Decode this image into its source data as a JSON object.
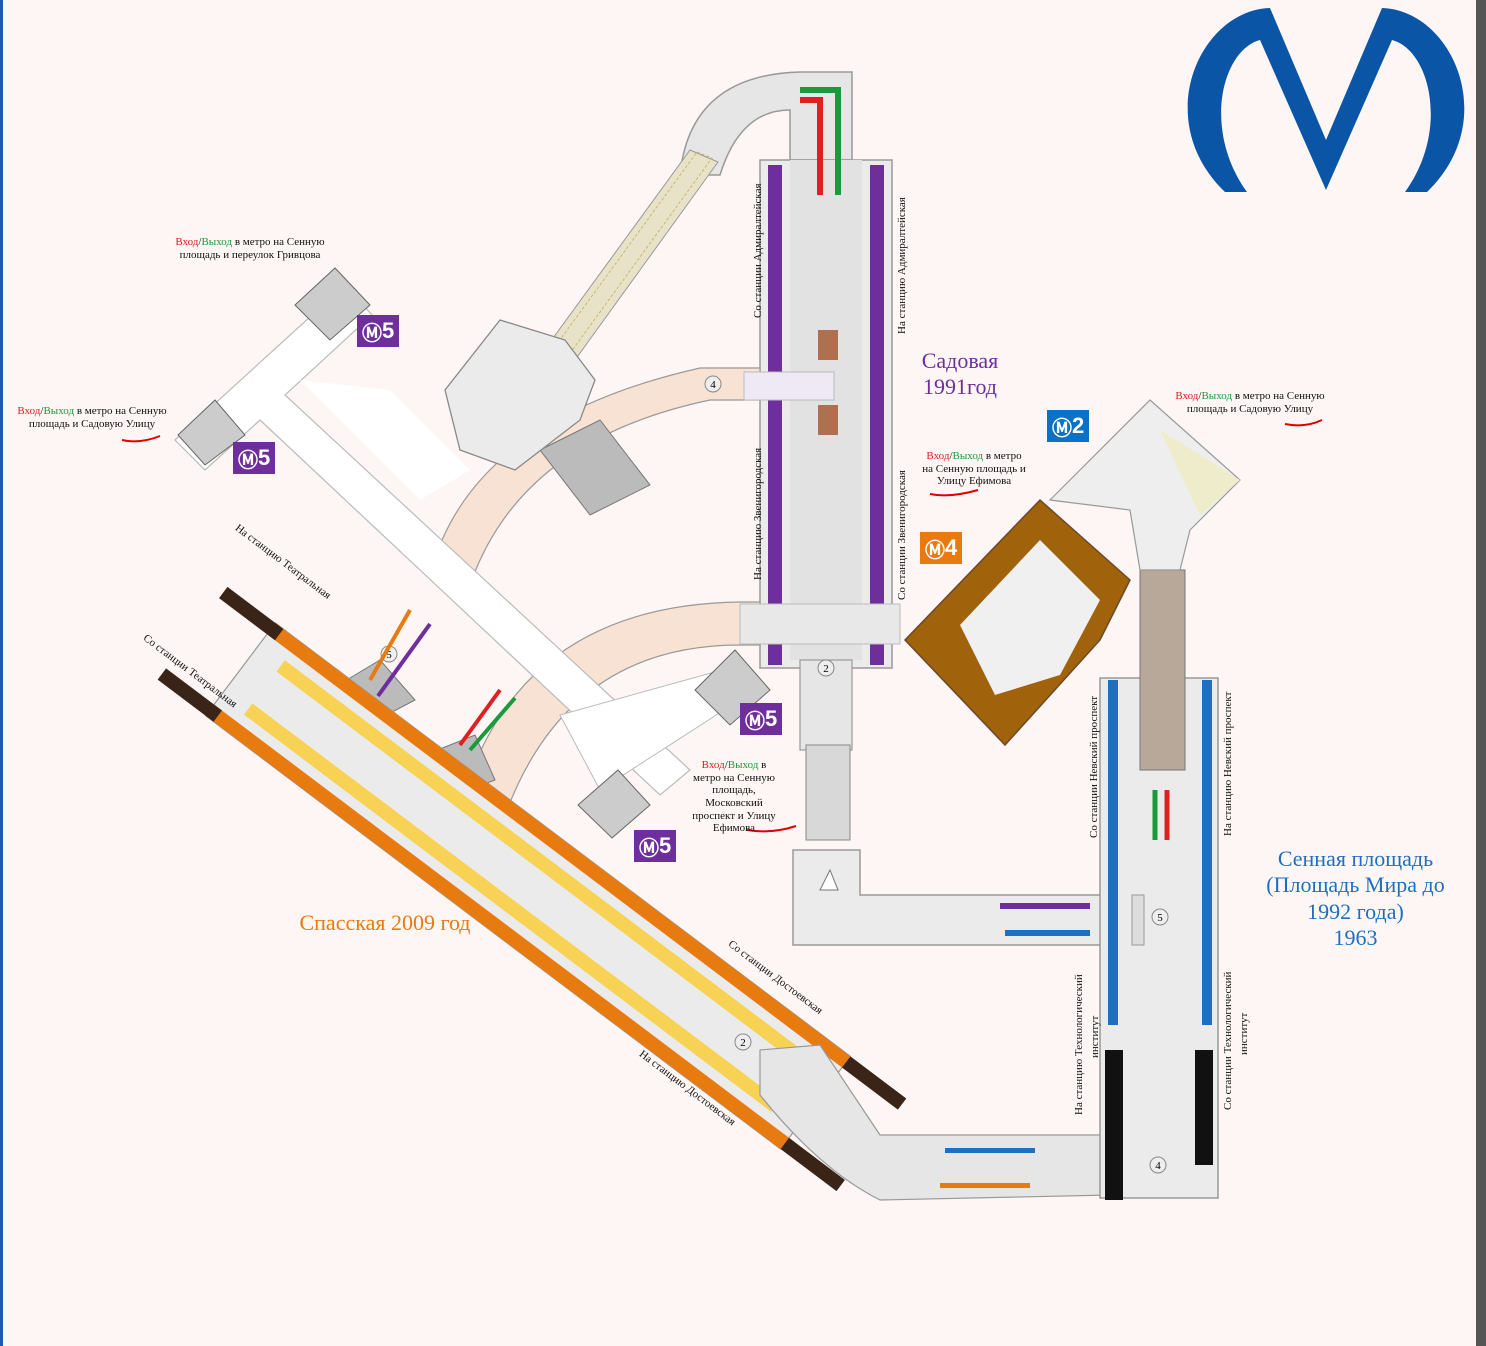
{
  "colors": {
    "background": "#fdf6f4",
    "frame_left": "#1e5aa8",
    "frame_right": "#555555",
    "metro_logo": "#0a55a5",
    "sadovaya": "#6e2f9c",
    "sennaya": "#1e6fbf",
    "spasskaya": "#e87b10",
    "badge_line5": "#6e2f9c",
    "badge_line2": "#0a72c6",
    "badge_line4": "#e87b10",
    "entry_red": "#e02020",
    "exit_green": "#1a9a3a",
    "corridor_gray": "#e8e8e8",
    "corridor_peach": "#f8e2d3",
    "hall_brown": "#a0620a",
    "platform_yellow": "#f7d255"
  },
  "logo": {
    "name": "metro-logo-icon"
  },
  "stations": {
    "sadovaya": {
      "name": "Садовая",
      "year": "1991год"
    },
    "sennaya": {
      "line1": "Сенная площадь",
      "line2": "(Площадь Мира до",
      "line3": "1992 года)",
      "line4": "1963"
    },
    "spasskaya": {
      "name": "Спасская 2009 год"
    }
  },
  "entrances": {
    "e1": {
      "entry": "Вход",
      "slash": "/",
      "exit": "Выход",
      "rest1": " в метро на Сенную",
      "rest2": "площадь и переулок Гривцова"
    },
    "e2": {
      "entry": "Вход",
      "slash": "/",
      "exit": "Выход",
      "rest1": " в метро на Сенную",
      "rest2a": "площадь и Садовую ",
      "rest2b": "Улицу"
    },
    "e3": {
      "entry": "Вход",
      "slash": "/",
      "exit": "Выход",
      "rest1": " в метро",
      "rest2": "на Сенную площадь и",
      "rest3a": "Улицу",
      "rest3b": " Ефимова"
    },
    "e4": {
      "entry": "Вход",
      "slash": "/",
      "exit": "Выход",
      "rest1": " в метро на Сенную",
      "rest2a": "площадь и Садовую ",
      "rest2b": "Улицу"
    },
    "e5": {
      "entry": "Вход",
      "slash": "/",
      "exit": "Выход",
      "rest1": " в",
      "rest2": "метро на Сенную",
      "rest3": "площадь,",
      "rest4": "Московский",
      "rest5a": "проспект и ",
      "rest5b": "Улицу",
      "rest6": "Ефимова"
    }
  },
  "badges": {
    "b5a": {
      "symbol": "Ⓜ",
      "number": "5"
    },
    "b5b": {
      "symbol": "Ⓜ",
      "number": "5"
    },
    "b5c": {
      "symbol": "Ⓜ",
      "number": "5"
    },
    "b5d": {
      "symbol": "Ⓜ",
      "number": "5"
    },
    "b2": {
      "symbol": "Ⓜ",
      "number": "2"
    },
    "b4": {
      "symbol": "Ⓜ",
      "number": "4"
    }
  },
  "track_labels": {
    "admiralteyskaya_from": "Со станции  Адмиралтейская",
    "admiralteyskaya_to": "На станцию  Адмиралтейская",
    "zvenigorodskaya_to": "На станцию Звенигородская",
    "zvenigorodskaya_from": "Со станции Звенигородская",
    "teatralnaya_to": "На станцию Театральная",
    "teatralnaya_from": "Со станции Театральная",
    "dostoevskaya_from": "Со станции Достоевская",
    "dostoevskaya_to": "На станцию Достоевская",
    "nevsky_from": "Со станции Невский проспект",
    "nevsky_to": "На станцию Невский проспект",
    "tekhnolog_to_1": "На станцию Технологический",
    "tekhnolog_to_2": "институт",
    "tekhnolog_from_1": "Со станции Технологический",
    "tekhnolog_from_2": "институт"
  },
  "circle_markers": {
    "c4_top": "4",
    "c5_left": "5",
    "c2_sad": "2",
    "c5_sen": "5",
    "c2_spa": "2",
    "c4_bottom": "4"
  }
}
